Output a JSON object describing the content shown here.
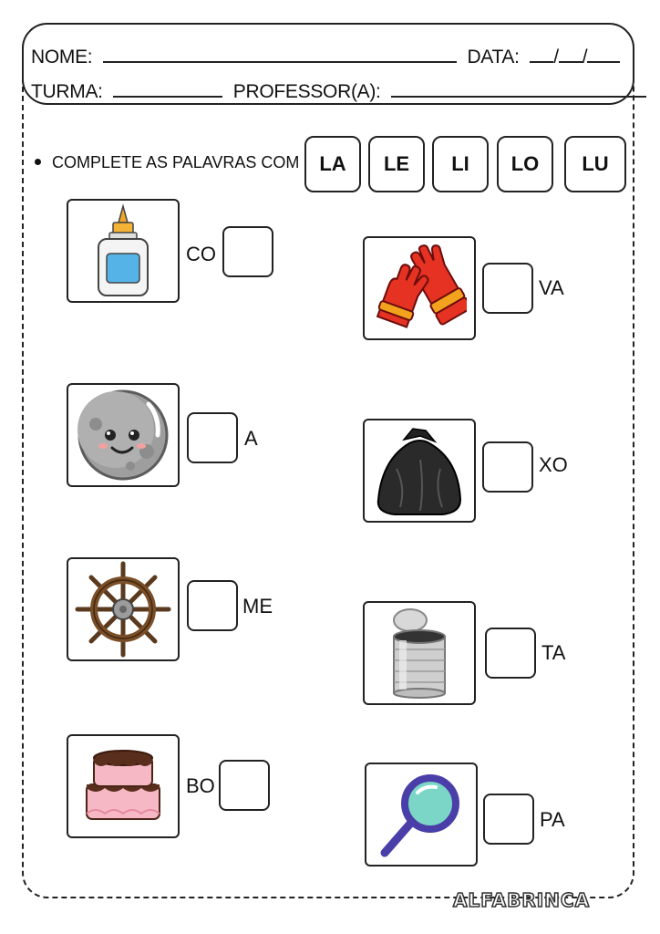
{
  "header": {
    "nome_label": "NOME:",
    "data_label": "DATA:",
    "date_sep1": "/",
    "date_sep2": "/",
    "turma_label": "TURMA:",
    "professor_label": "PROFESSOR(A):"
  },
  "instruction": "COMPLETE AS PALAVRAS COM",
  "syllables": [
    "LA",
    "LE",
    "LI",
    "LO",
    "LU"
  ],
  "items": [
    {
      "picture": "glue-bottle",
      "prefix": "CO",
      "suffix": ""
    },
    {
      "picture": "gloves",
      "prefix": "",
      "suffix": "VA"
    },
    {
      "picture": "moon",
      "prefix": "",
      "suffix": "A"
    },
    {
      "picture": "garbage-bag",
      "prefix": "",
      "suffix": "XO"
    },
    {
      "picture": "ship-wheel",
      "prefix": "",
      "suffix": "ME"
    },
    {
      "picture": "tin-can",
      "prefix": "",
      "suffix": "TA"
    },
    {
      "picture": "cake",
      "prefix": "BO",
      "suffix": ""
    },
    {
      "picture": "magnifying-glass",
      "prefix": "",
      "suffix": "PA"
    }
  ],
  "brand": "ALFABRINCA"
}
